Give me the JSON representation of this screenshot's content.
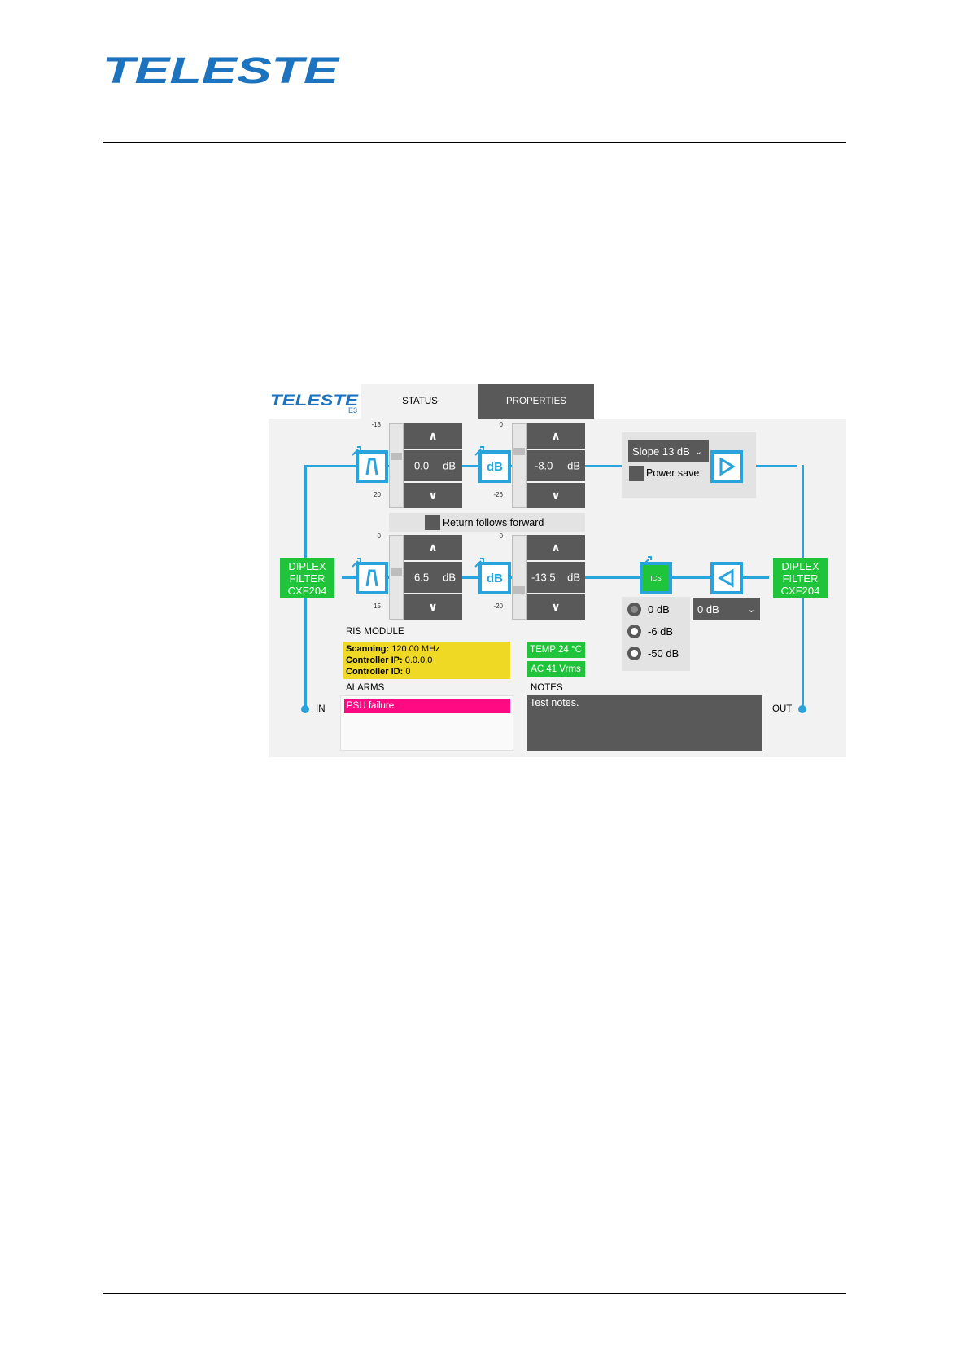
{
  "header": {
    "logo_text": "TELESTE"
  },
  "app": {
    "logo_text": "TELESTE",
    "logo_sub": "E3",
    "tabs": [
      {
        "label": "STATUS",
        "active": true
      },
      {
        "label": "PROPERTIES",
        "active": false
      }
    ]
  },
  "forward": {
    "eq": {
      "value": "0.0",
      "unit": "dB",
      "scale_top": "-13",
      "scale_bottom": "20"
    },
    "att": {
      "value": "-8.0",
      "unit": "dB",
      "scale_top": "0",
      "scale_bottom": "-26"
    },
    "slope_select": "Slope 13 dB",
    "power_save_label": "Power save",
    "power_save_checked": false,
    "block_eq_icon": "equalizer-icon",
    "block_att_label": "dB"
  },
  "return_follows_forward": {
    "label": "Return follows forward",
    "checked": false
  },
  "return": {
    "eq": {
      "value": "6.5",
      "unit": "dB",
      "scale_top": "0",
      "scale_bottom": "15"
    },
    "att": {
      "value": "-13.5",
      "unit": "dB",
      "scale_top": "0",
      "scale_bottom": "-20"
    },
    "block_att_label": "dB",
    "ics_label": "ICS",
    "gain_select": "0 dB",
    "ingress_options": [
      {
        "label": "0 dB",
        "selected": true
      },
      {
        "label": "-6 dB",
        "selected": false
      },
      {
        "label": "-50 dB",
        "selected": false
      }
    ]
  },
  "diplex_left": {
    "lines": [
      "DIPLEX",
      "FILTER",
      "CXF204"
    ]
  },
  "diplex_right": {
    "lines": [
      "DIPLEX",
      "FILTER",
      "CXF204"
    ]
  },
  "ris_module": {
    "title": "RIS MODULE",
    "rows": [
      {
        "key": "Scanning:",
        "value": "120.00 MHz"
      },
      {
        "key": "Controller IP:",
        "value": "0.0.0.0"
      },
      {
        "key": "Controller ID:",
        "value": "0"
      }
    ]
  },
  "status_badges": {
    "temp": "TEMP 24 °C",
    "ac": "AC 41 Vrms"
  },
  "alarms": {
    "title": "ALARMS",
    "items": [
      "PSU failure"
    ]
  },
  "notes": {
    "title": "NOTES",
    "text": "Test notes."
  },
  "io": {
    "in_label": "IN",
    "out_label": "OUT"
  },
  "colors": {
    "accent_blue": "#29a3dc",
    "ok_green": "#1fc43a",
    "warn_yellow": "#f0d925",
    "alarm_pink": "#ff0a82",
    "dark_control": "#595959"
  },
  "ui_icons": {
    "up": "∧",
    "down": "∨",
    "dropdown": "⌄",
    "amp_forward": "amplifier-forward-icon",
    "amp_return": "amplifier-return-icon",
    "wrench": "wrench-icon"
  }
}
